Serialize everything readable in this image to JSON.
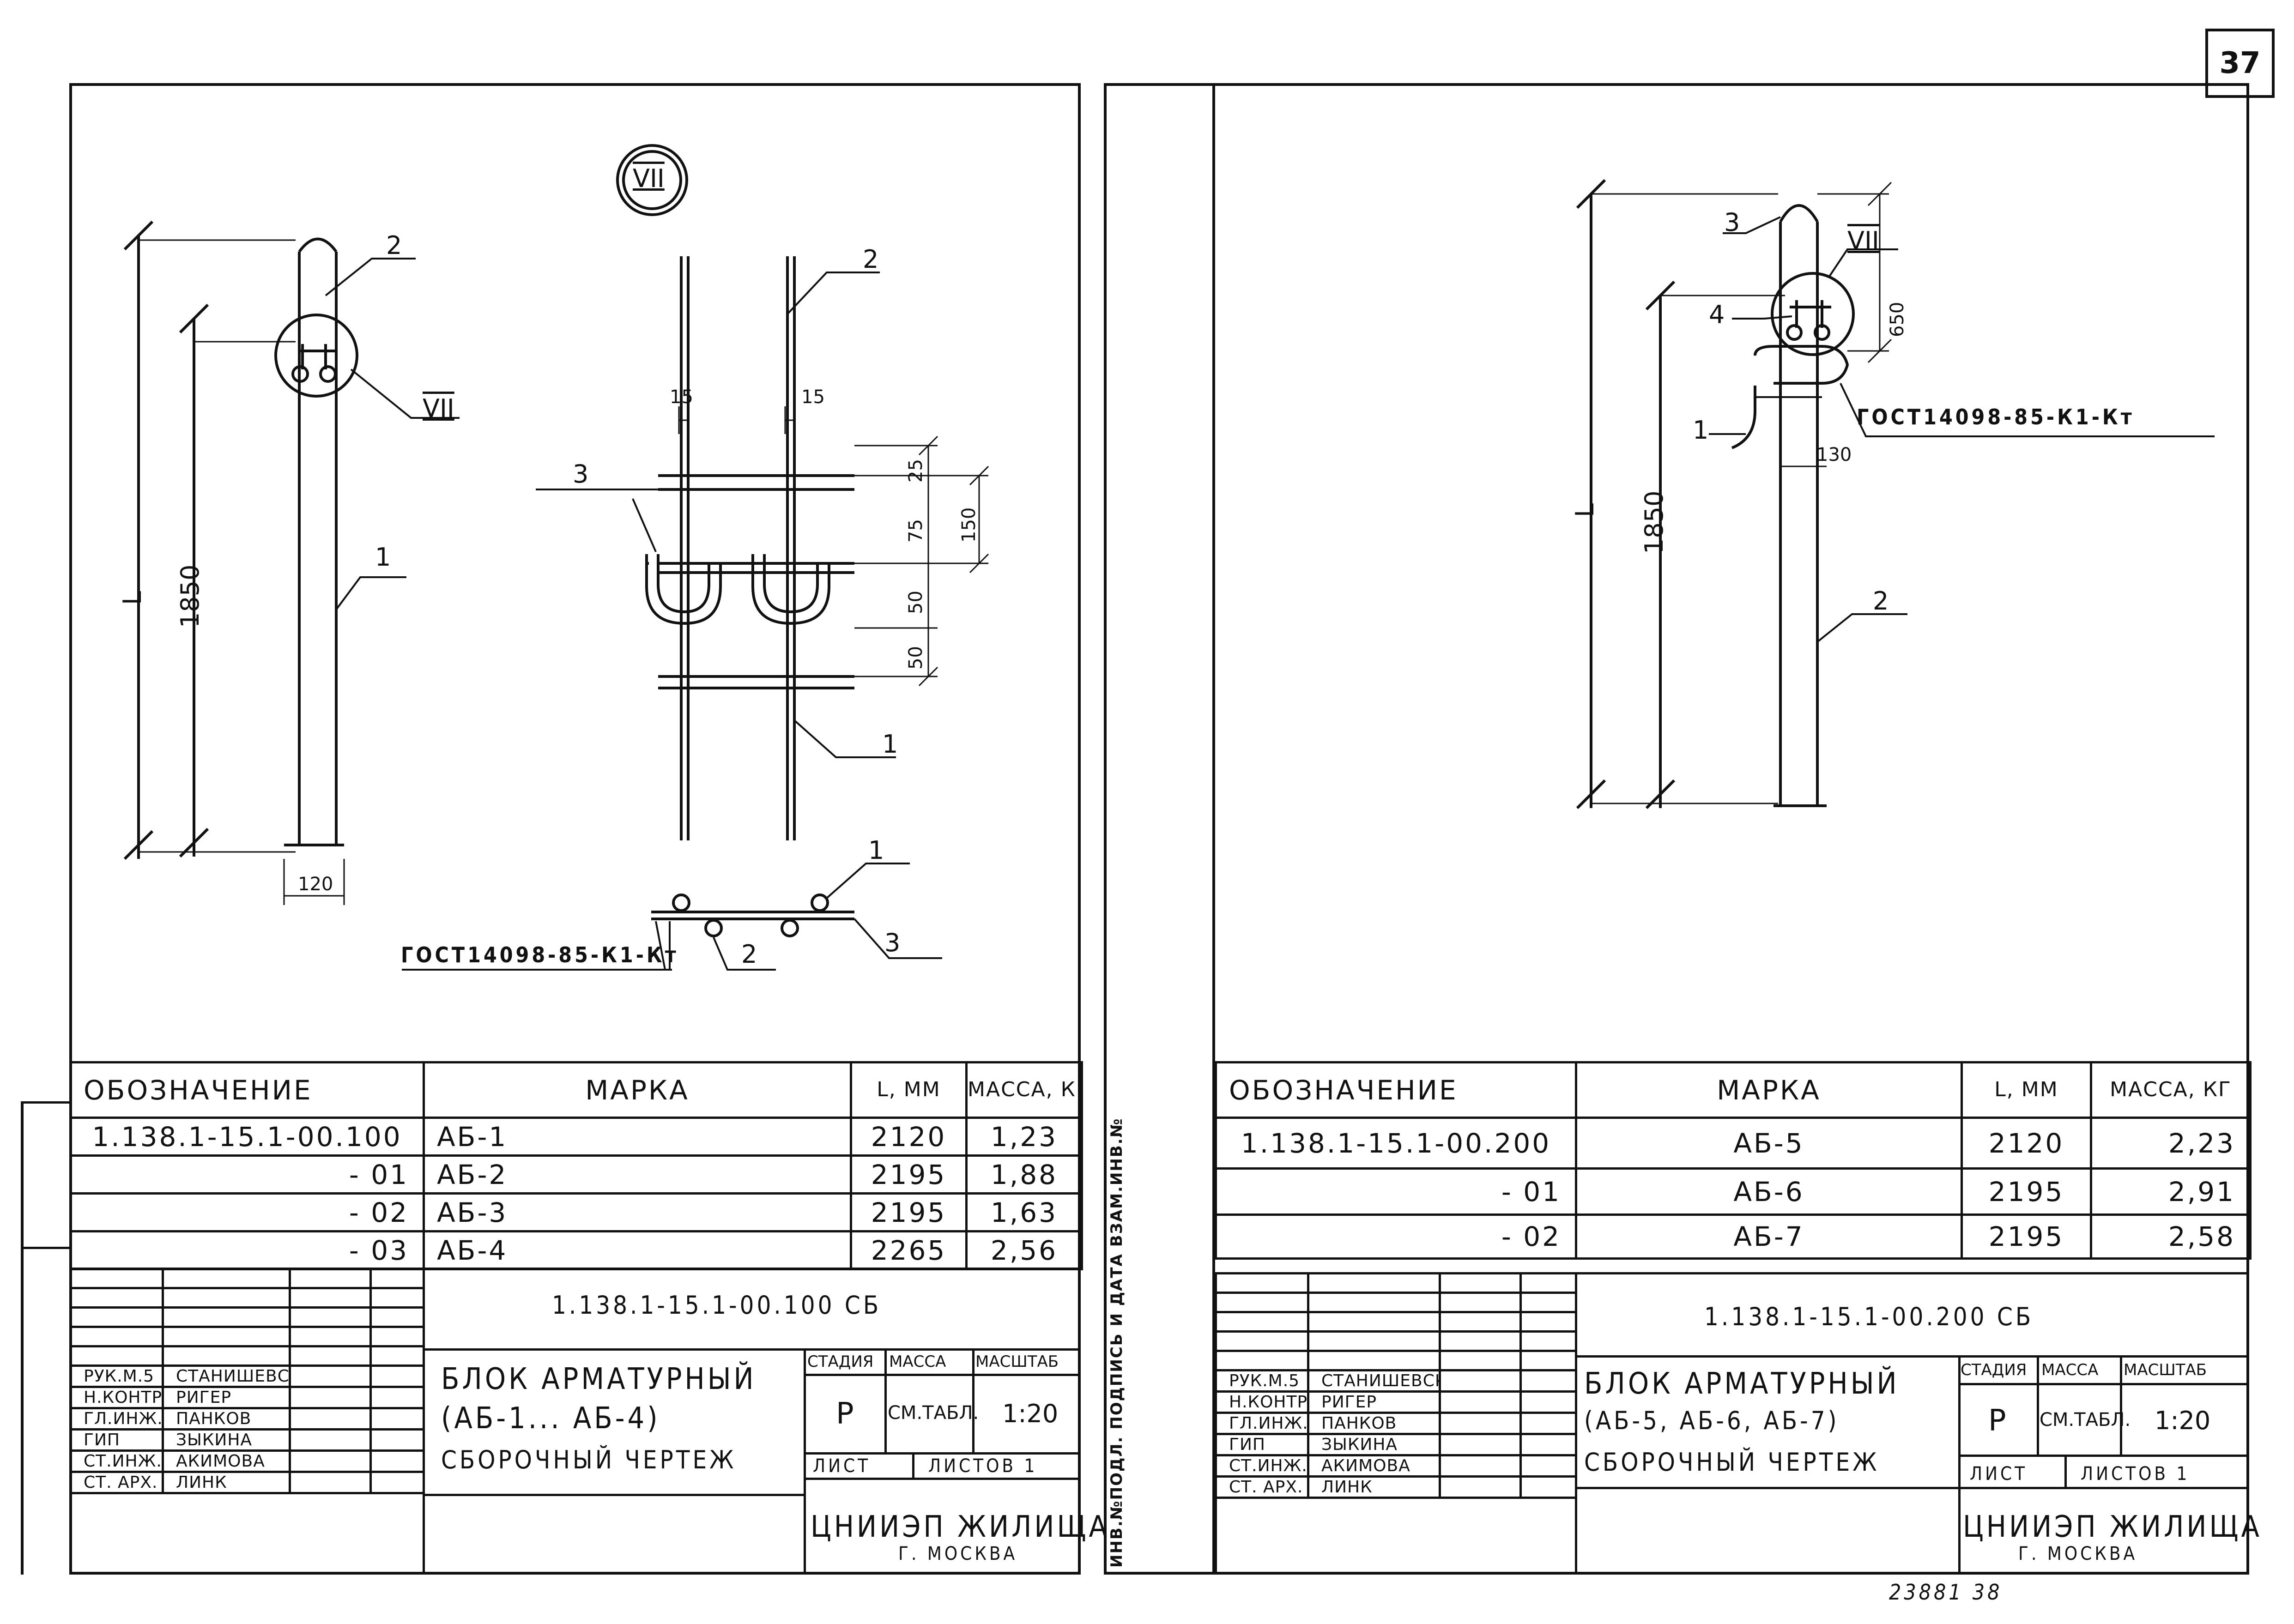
{
  "page_number": "37",
  "footer_code": "23881 38",
  "left": {
    "view_label": "VII",
    "callout_label": "VII",
    "dims": {
      "total": "1850",
      "side": "L",
      "base_width": "120",
      "d15a": "15",
      "d15b": "15",
      "d25": "25",
      "d75": "75",
      "d150": "150",
      "d50a": "50",
      "d50b": "50"
    },
    "leaders": {
      "p1": "1",
      "p2": "2",
      "p3": "3",
      "s1": "1",
      "s2": "2",
      "s3": "3",
      "s2b": "2"
    },
    "gost_note": "ГОСТ14098-85-К1-Кт",
    "table": {
      "headers": {
        "designation": "ОБОЗНАЧЕНИЕ",
        "mark": "МАРКА",
        "length": "L, ММ",
        "mass": "МАССА, КГ"
      },
      "rows": [
        {
          "designation": "1.138.1-15.1-00.100",
          "mark": "АБ-1",
          "length": "2120",
          "mass": "1,23"
        },
        {
          "designation": "- 01",
          "mark": "АБ-2",
          "length": "2195",
          "mass": "1,88"
        },
        {
          "designation": "- 02",
          "mark": "АБ-3",
          "length": "2195",
          "mass": "1,63"
        },
        {
          "designation": "- 03",
          "mark": "АБ-4",
          "length": "2265",
          "mass": "2,56"
        }
      ]
    },
    "stamp": {
      "code": "1.138.1-15.1-00.100 СБ",
      "title_line1": "БЛОК АРМАТУРНЫЙ",
      "title_line2": "(АБ-1... АБ-4)",
      "title_line3": "СБОРОЧНЫЙ ЧЕРТЕЖ",
      "stage_hdr": "СТАДИЯ",
      "mass_hdr": "МАССА",
      "scale_hdr": "МАСШТАБ",
      "stage": "Р",
      "mass": "СМ.ТАБЛ.",
      "scale": "1:20",
      "sheet": "ЛИСТ",
      "sheets": "ЛИСТОВ 1",
      "org_line1": "ЦНИИЭП ЖИЛИЩА",
      "org_line2": "Г. МОСКВА",
      "people": [
        {
          "role": "РУК.М.5",
          "name": "СТАНИШЕВСКИЙ"
        },
        {
          "role": "Н.КОНТР.",
          "name": "РИГЕР"
        },
        {
          "role": "ГЛ.ИНЖ.М",
          "name": "ПАНКОВ"
        },
        {
          "role": "ГИП",
          "name": "ЗЫКИНА"
        },
        {
          "role": "СТ.ИНЖ.",
          "name": "АКИМОВА"
        },
        {
          "role": "СТ. АРХ.",
          "name": "ЛИНК"
        }
      ]
    }
  },
  "right": {
    "view_label": "VII",
    "dims": {
      "total": "1850",
      "side": "L",
      "d650": "650",
      "d130": "130"
    },
    "leaders": {
      "p1": "1",
      "p2": "2",
      "p3": "3",
      "p4": "4"
    },
    "gost_note": "ГОСТ14098-85-К1-Кт",
    "side_stamp": "ИНВ.№ПОДЛ. ПОДПИСЬ И ДАТА ВЗАМ.ИНВ.№",
    "table": {
      "headers": {
        "designation": "ОБОЗНАЧЕНИЕ",
        "mark": "МАРКА",
        "length": "L, ММ",
        "mass": "МАССА, КГ"
      },
      "rows": [
        {
          "designation": "1.138.1-15.1-00.200",
          "mark": "АБ-5",
          "length": "2120",
          "mass": "2,23"
        },
        {
          "designation": "- 01",
          "mark": "АБ-6",
          "length": "2195",
          "mass": "2,91"
        },
        {
          "designation": "- 02",
          "mark": "АБ-7",
          "length": "2195",
          "mass": "2,58"
        }
      ]
    },
    "stamp": {
      "code": "1.138.1-15.1-00.200 СБ",
      "title_line1": "БЛОК АРМАТУРНЫЙ",
      "title_line2": "(АБ-5, АБ-6, АБ-7)",
      "title_line3": "СБОРОЧНЫЙ ЧЕРТЕЖ",
      "stage_hdr": "СТАДИЯ",
      "mass_hdr": "МАССА",
      "scale_hdr": "МАСШТАБ",
      "stage": "Р",
      "mass": "СМ.ТАБЛ.",
      "scale": "1:20",
      "sheet": "ЛИСТ",
      "sheets": "ЛИСТОВ 1",
      "org_line1": "ЦНИИЭП ЖИЛИЩА",
      "org_line2": "Г. МОСКВА",
      "people": [
        {
          "role": "РУК.М.5",
          "name": "СТАНИШЕВСКИЙ"
        },
        {
          "role": "Н.КОНТР.",
          "name": "РИГЕР"
        },
        {
          "role": "ГЛ.ИНЖ.М",
          "name": "ПАНКОВ"
        },
        {
          "role": "ГИП",
          "name": "ЗЫКИНА"
        },
        {
          "role": "СТ.ИНЖ.",
          "name": "АКИМОВА"
        },
        {
          "role": "СТ. АРХ.",
          "name": "ЛИНК"
        }
      ]
    }
  }
}
